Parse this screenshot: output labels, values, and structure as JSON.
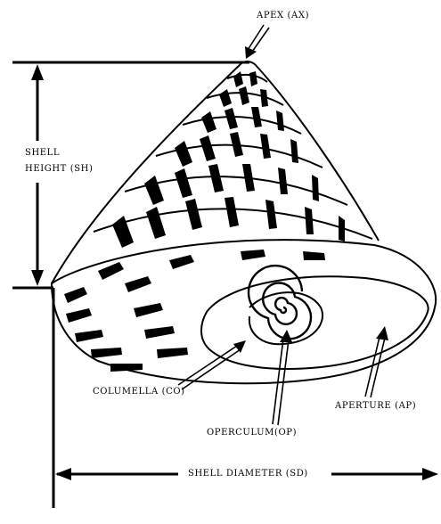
{
  "labels": {
    "apex": "APEX (AX)",
    "shell_height_line1": "SHELL",
    "shell_height_line2": "HEIGHT (SH)",
    "columella": "COLUMELLA (CO)",
    "aperture": "APERTURE (AP)",
    "operculum": "OPERCULUM(OP)",
    "shell_diameter": "SHELL DIAMETER (SD)"
  },
  "colors": {
    "ink": "#000000",
    "paper": "#ffffff"
  }
}
